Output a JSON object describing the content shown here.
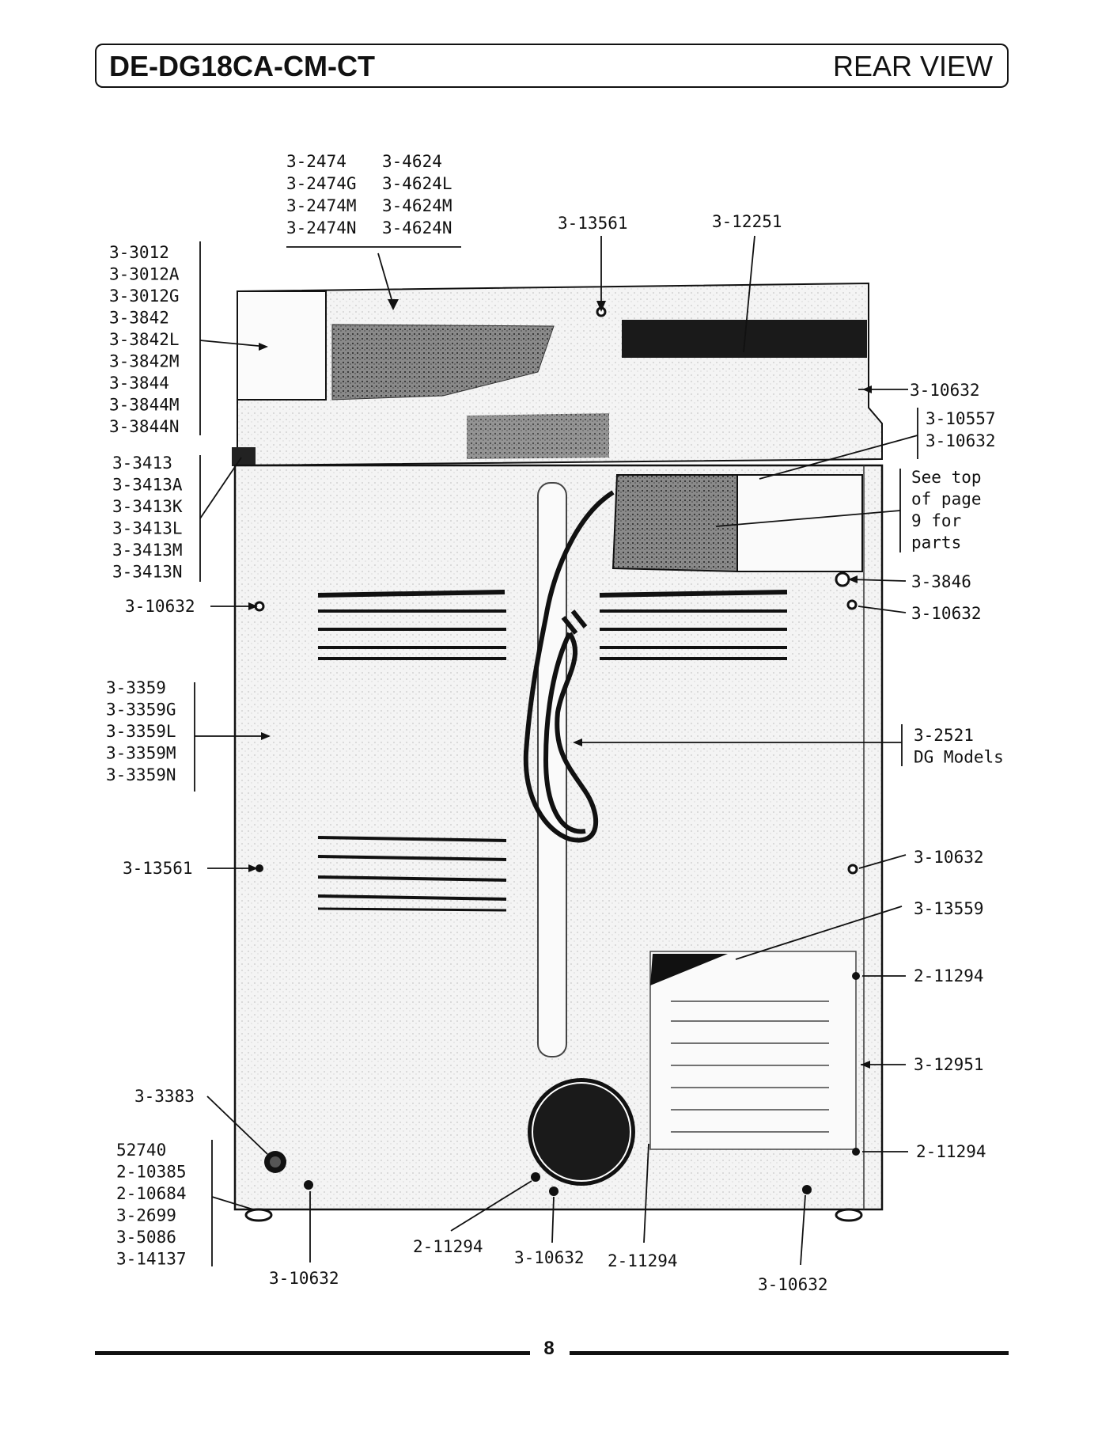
{
  "header": {
    "model": "DE-DG18CA-CM-CT",
    "view": "REAR VIEW"
  },
  "page_number": "8",
  "callouts": {
    "top_group_left": [
      "3-2474",
      "3-2474G",
      "3-2474M",
      "3-2474N"
    ],
    "top_group_right": [
      "3-4624",
      "3-4624L",
      "3-4624M",
      "3-4624N"
    ],
    "top_13561": "3-13561",
    "top_12251": "3-12251",
    "left_3012_group": [
      "3-3012",
      "3-3012A",
      "3-3012G",
      "3-3842",
      "3-3842L",
      "3-3842M",
      "3-3844",
      "3-3844M",
      "3-3844N"
    ],
    "left_3413_group": [
      "3-3413",
      "3-3413A",
      "3-3413K",
      "3-3413L",
      "3-3413M",
      "3-3413N"
    ],
    "left_10632": "3-10632",
    "left_3359_group": [
      "3-3359",
      "3-3359G",
      "3-3359L",
      "3-3359M",
      "3-3359N"
    ],
    "left_13561": "3-13561",
    "left_3383": "3-3383",
    "left_bottom_group": [
      "52740",
      "2-10385",
      "2-10684",
      "3-2699",
      "3-5086",
      "3-14137"
    ],
    "bottom_10632_a": "3-10632",
    "bottom_11294_a": "2-11294",
    "bottom_10632_b": "3-10632",
    "bottom_11294_b": "2-11294",
    "bottom_10632_c": "3-10632",
    "right_10632_top": "3-10632",
    "right_10557_group": [
      "3-10557",
      "3-10632"
    ],
    "right_see_top": [
      "See top",
      "of page",
      "9 for",
      "parts"
    ],
    "right_3846": "3-3846",
    "right_10632_b": "3-10632",
    "right_2521": [
      "3-2521",
      "DG Models"
    ],
    "right_10632_c": "3-10632",
    "right_13559": "3-13559",
    "right_11294_a": "2-11294",
    "right_12951": "3-12951",
    "right_11294_b": "2-11294"
  }
}
